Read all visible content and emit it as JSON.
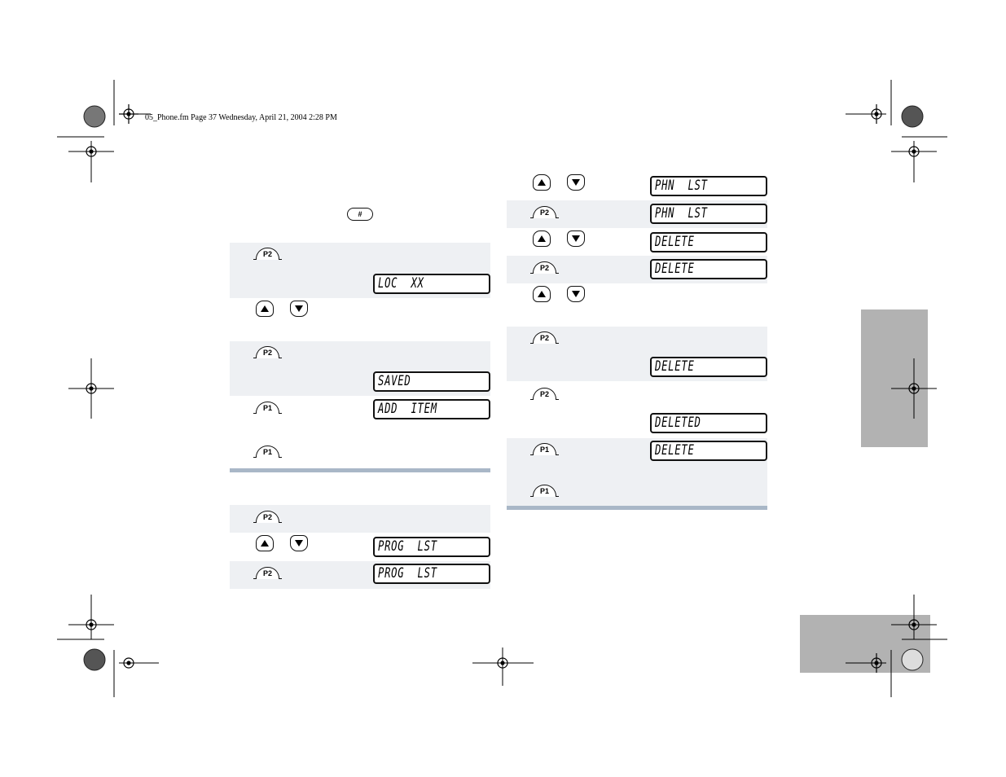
{
  "header": {
    "file_info": "05_Phone.fm  Page 37  Wednesday, April 21, 2004  2:28 PM"
  },
  "keys": {
    "p1": "P1",
    "p2": "P2",
    "hash": "#"
  },
  "icons": {
    "up": "up-arrow-key-icon",
    "down": "down-arrow-key-icon",
    "registration": "registration-mark-icon"
  },
  "colors": {
    "row_shade": "#eef0f3",
    "separator": "#a9b7c7",
    "side_tab": "#b2b2b2"
  },
  "left_column": {
    "displays": {
      "loc": "LOC  XX",
      "saved": "SAVED",
      "add_item": "ADD  ITEM",
      "prog_lst_1": "PROG  LST",
      "prog_lst_2": "PROG  LST"
    }
  },
  "right_column": {
    "displays": {
      "phn_lst_1": "PHN  LST",
      "phn_lst_2": "PHN  LST",
      "delete_1": "DELETE",
      "delete_2": "DELETE",
      "delete_3": "DELETE",
      "deleted": "DELETED",
      "delete_4": "DELETE"
    }
  }
}
